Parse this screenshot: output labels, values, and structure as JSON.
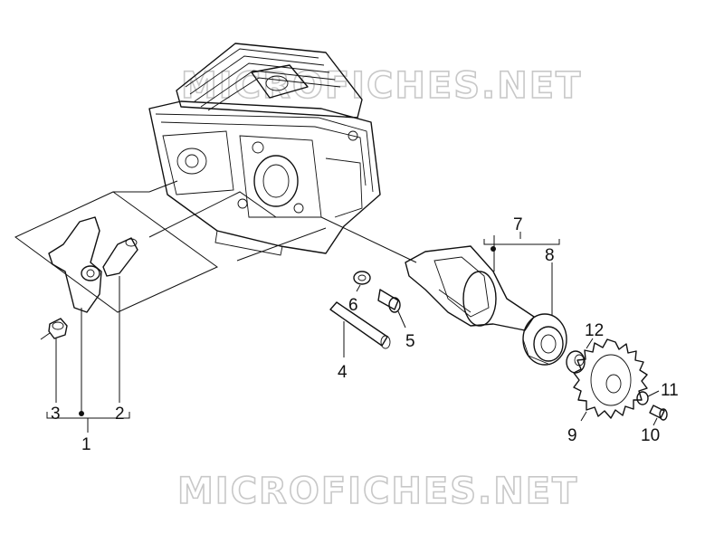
{
  "watermark": {
    "top_text": "MICROFICHES.NET",
    "bottom_text": "MICROFICHES.NET"
  },
  "callouts": {
    "c1": "1",
    "c2": "2",
    "c3": "3",
    "c4": "4",
    "c5": "5",
    "c6": "6",
    "c7": "7",
    "c8": "8",
    "c9": "9",
    "c10": "10",
    "c11": "11",
    "c12": "12"
  },
  "colors": {
    "line": "#111111",
    "watermark": "#c8c8c8",
    "background": "#ffffff"
  }
}
